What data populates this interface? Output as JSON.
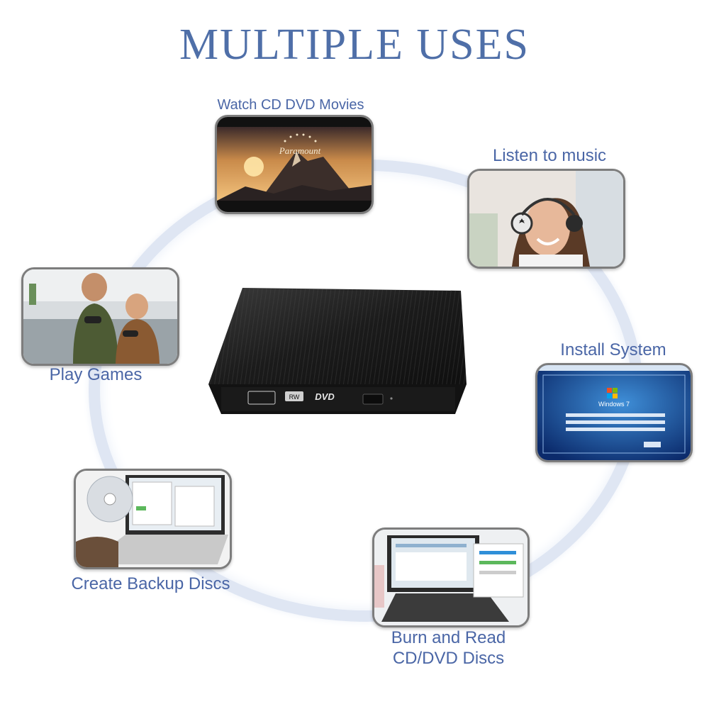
{
  "title": "MULTIPLE USES",
  "uses": {
    "movies": "Watch CD DVD Movies",
    "music": "Listen to music",
    "games": "Play Games",
    "system": "Install System",
    "backup": "Create Backup Discs",
    "burn_line1": "Burn and Read",
    "burn_line2": "CD/DVD Discs"
  },
  "movie_logo": "Paramount",
  "windows_text": "Windows 7",
  "drive_labels": {
    "rw": "RW",
    "dvd": "DVD"
  },
  "colors": {
    "title": "#4f6fa8",
    "label": "#4a66a6",
    "ring": "#dfe6f3"
  }
}
